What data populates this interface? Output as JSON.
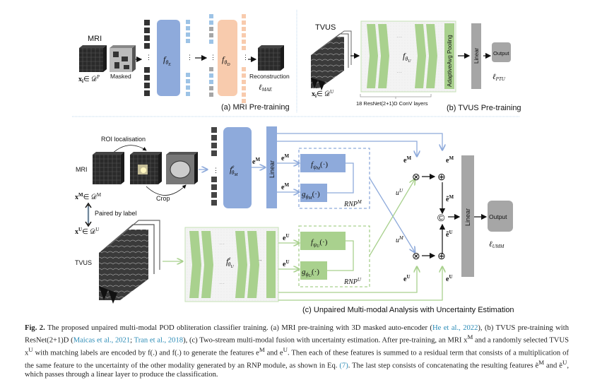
{
  "figure": {
    "panel_a": {
      "title": "(a) MRI Pre-training",
      "modality_label": "MRI",
      "input_label": "x",
      "input_sub": "i",
      "input_set": "∈ 𝒟",
      "input_set_sup": "P",
      "masked_label": "Masked",
      "encoder_label": "f",
      "encoder_sub": "θ",
      "encoder_subsub": "E",
      "decoder_label": "f",
      "decoder_sub": "θ",
      "decoder_subsub": "D",
      "reconstruction_label": "Reconstruction",
      "loss_label": "ℓ",
      "loss_sub": "MAE"
    },
    "panel_b": {
      "title": "(b) TVUS Pre-training",
      "modality_label": "TVUS",
      "input_label": "x",
      "input_sub": "i",
      "input_set": "∈ 𝒟",
      "input_set_sup": "U",
      "encoder_label": "f",
      "encoder_sub": "θ",
      "encoder_subsub": "U",
      "pooling_label": "AdaptiveAvg Pooling",
      "layers_label": "18 ResNet(2+1)D ConV layers",
      "linear_label": "Linear",
      "output_label": "Output",
      "loss_label": "ℓ",
      "loss_sub": "PTU",
      "ellipsis": "···"
    },
    "panel_c": {
      "title": "(c) Unpaired Multi-modal Analysis with Uncertainty Estimation",
      "roi_label": "ROI localisation",
      "crop_label": "Crop",
      "mri_label": "MRI",
      "tvus_label": "TVUS",
      "xm_label": "x",
      "xm_sup": "M",
      "xm_set": "∈ 𝒟",
      "xm_set_sup": "M",
      "xu_label": "x",
      "xu_sup": "U",
      "xu_set": "∈ 𝒟",
      "xu_set_sup": "U",
      "paired_label": "Paired by label",
      "encoder_m": "f",
      "encoder_m_sup": "e",
      "encoder_m_sub": "θ",
      "encoder_m_subsub": "M",
      "encoder_u": "f",
      "encoder_u_sup": "e",
      "encoder_u_sub": "θ",
      "encoder_u_subsub": "U",
      "linear_label": "Linear",
      "feature_m": "e",
      "feature_m_sup": "M",
      "feature_u": "e",
      "feature_u_sup": "U",
      "f_psi_m": "f",
      "f_psi_m_sub": "ψ",
      "f_psi_m_subsub": "M",
      "g_phi_m": "g",
      "g_phi_m_sub": "ϕ",
      "g_phi_m_subsub": "M",
      "f_psi_u": "f",
      "f_psi_u_sub": "ψ",
      "f_psi_u_subsub": "U",
      "g_phi_u": "g",
      "g_phi_u_sub": "ϕ",
      "g_phi_u_subsub": "U",
      "arg": "(·)",
      "rnp_m": "RNP",
      "rnp_m_sup": "M",
      "rnp_u": "RNP",
      "rnp_u_sup": "U",
      "u_u": "u",
      "u_u_sup": "U",
      "u_m": "u",
      "u_m_sup": "M",
      "tilde_e_m": "ẽ",
      "tilde_e_m_sup": "M",
      "tilde_e_u": "ẽ",
      "tilde_e_u_sup": "U",
      "multiply_symbol": "⊗",
      "add_symbol": "⊕",
      "concat_symbol": "©",
      "final_linear_label": "Linear",
      "output_label": "Output",
      "loss_label": "ℓ",
      "loss_sub": "UMM",
      "ellipsis": "···"
    },
    "colors": {
      "blue": "#8eaadb",
      "blue_line": "#8eaadb",
      "orange": "#f8cbad",
      "green": "#a9d18e",
      "green_line": "#a9d18e",
      "gray": "#a6a6a6",
      "light_blue_token": "#9dc3e6",
      "gray_token": "#a6a6a6"
    }
  },
  "caption": {
    "fig_label": "Fig. 2.",
    "text_1": " The proposed unpaired multi-modal POD obliteration classifier training. (a) MRI pre-training with 3D masked auto-encoder (",
    "cite_1": "He et al., 2022",
    "text_2": "), (b) TVUS pre-training with ResNet(2+1)D (",
    "cite_2": "Maicas et al., 2021",
    "text_3": "; ",
    "cite_3": "Tran et al., 2018",
    "text_4": "), (c) Two-stream multi-modal fusion with uncertainty estimation. After pre-training, an MRI x",
    "text_4_sup": "M",
    "text_4_sub": "i",
    "text_5": " and a randomly selected TVUS x",
    "text_5_sup": "U",
    "text_5_sub": "j",
    "text_6": " with matching labels are encoded by f",
    "text_6b": "(.) and f",
    "text_7": "(.) to generate the features e",
    "text_7_sup": "M",
    "text_8": " and e",
    "text_8_sup": "U",
    "text_9": ". Then each of these features is summed to a residual term that consists of a multiplication of the same feature to the uncertainty of the other modality generated by an RNP module, as shown in Eq. ",
    "cite_4": "(7)",
    "text_10": ". The last step consists of concatenating the resulting features ẽ",
    "text_10_sup": "M",
    "text_11": " and ẽ",
    "text_11_sup": "U",
    "text_12": ", which passes through a linear layer to produce the classification."
  }
}
